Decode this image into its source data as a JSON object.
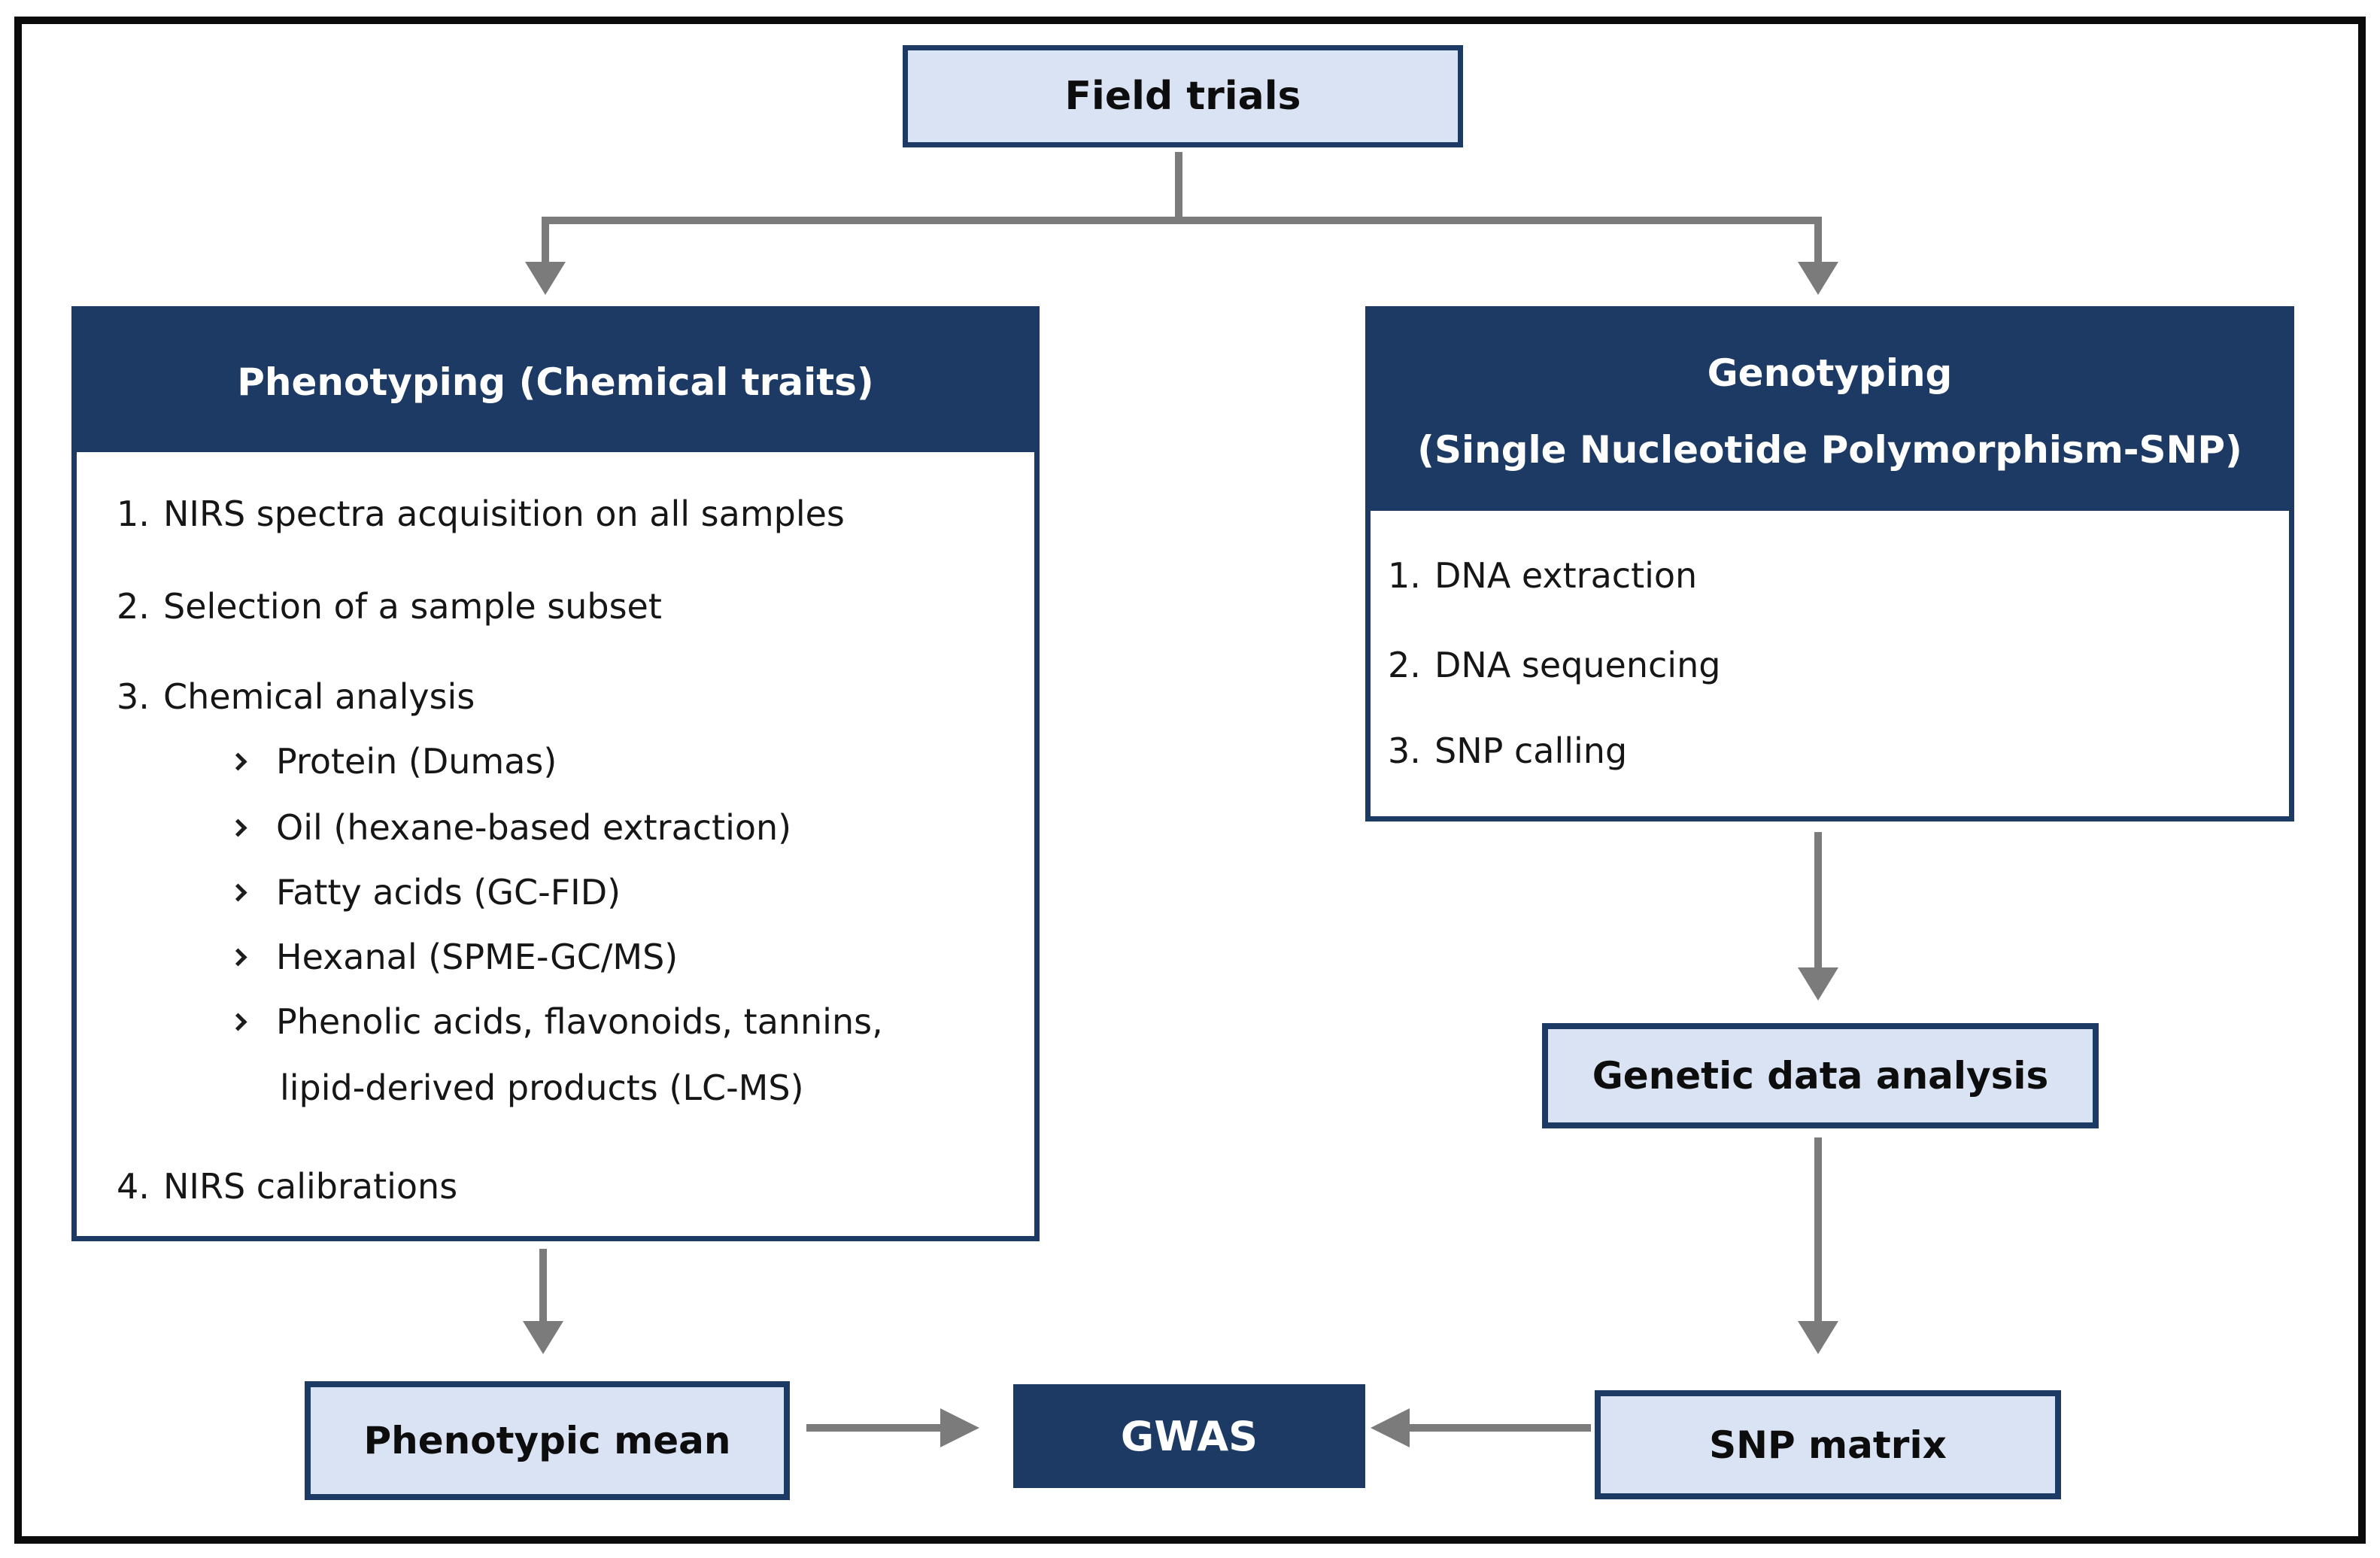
{
  "diagram": {
    "field_trials": {
      "label": "Field trials"
    },
    "phenotyping": {
      "title": "Phenotyping (Chemical traits)",
      "items": [
        {
          "marker": "1.",
          "text": "NIRS spectra acquisition on all samples"
        },
        {
          "marker": "2.",
          "text": "Selection of a sample subset"
        },
        {
          "marker": "3.",
          "text": "Chemical analysis"
        },
        {
          "marker": "4.",
          "text": "NIRS calibrations"
        }
      ],
      "sub_items": [
        "Protein (Dumas)",
        "Oil (hexane-based extraction)",
        "Fatty acids (GC-FID)",
        "Hexanal (SPME-GC/MS)",
        "Phenolic acids, flavonoids, tannins,",
        "lipid-derived products (LC-MS)"
      ]
    },
    "genotyping": {
      "title_line1": "Genotyping",
      "title_line2": "(Single Nucleotide Polymorphism-SNP)",
      "items": [
        {
          "marker": "1.",
          "text": "DNA extraction"
        },
        {
          "marker": "2.",
          "text": "DNA sequencing"
        },
        {
          "marker": "3.",
          "text": "SNP calling"
        }
      ]
    },
    "genetic_data_analysis": {
      "label": "Genetic data analysis"
    },
    "phenotypic_mean": {
      "label": "Phenotypic mean"
    },
    "gwas": {
      "label": "GWAS"
    },
    "snp_matrix": {
      "label": "SNP matrix"
    },
    "colors": {
      "navy": "#1c3a63",
      "light_blue": "#dae3f3",
      "arrow_gray": "#7b7b7b",
      "frame_black": "#0b0b0b",
      "text_black": "#161616"
    }
  }
}
